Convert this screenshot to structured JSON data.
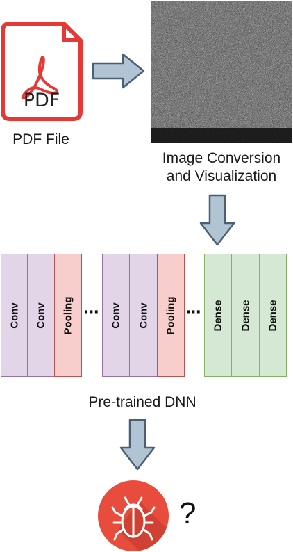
{
  "pdf_icon": {
    "label": "PDF",
    "caption": "PDF File"
  },
  "image_panel": {
    "caption_line1": "Image Conversion",
    "caption_line2": "and Visualization"
  },
  "network": {
    "block1": [
      "Conv",
      "Conv",
      "Pooling"
    ],
    "block2": [
      "Conv",
      "Conv",
      "Pooling"
    ],
    "dense": [
      "Dense",
      "Dense",
      "Dense"
    ],
    "ellipsis": "⋯",
    "caption": "Pre-trained DNN"
  },
  "result": {
    "question": "?"
  },
  "colors": {
    "pdf_red": "#e53935",
    "arrow_fill": "#b0c4d4",
    "arrow_stroke": "#4a5f73",
    "conv_fill": "#e1d5e7",
    "pool_fill": "#f8cecc",
    "dense_fill": "#d5e8d4",
    "bug_circle": "#e74c3c"
  }
}
